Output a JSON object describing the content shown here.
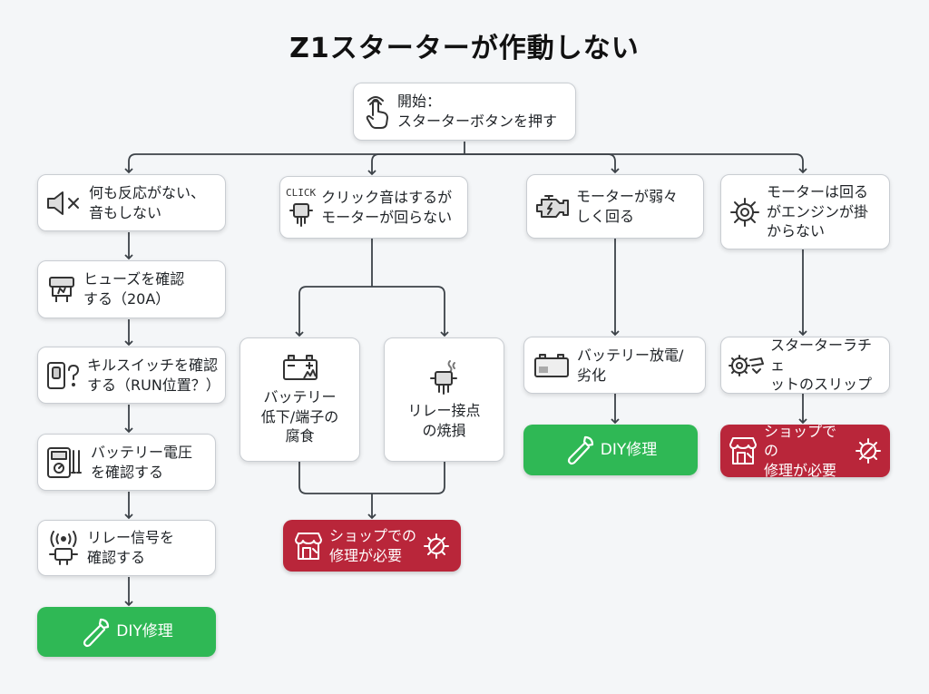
{
  "title": "Z1スターターが作動しない",
  "colors": {
    "diy": "#2fb855",
    "shop": "#b9263a",
    "border": "#c9cdd2",
    "edge": "#3c4248"
  },
  "nodes": {
    "start": {
      "label": "開始：\nスターターボタンを押す",
      "icon": "hand-pointer-icon"
    },
    "no_response": {
      "label": "何も反応がない、\n音もしない",
      "icon": "speaker-muted-icon"
    },
    "fuse": {
      "label": "ヒューズを確認\nする（20A）",
      "icon": "fuse-icon"
    },
    "kill_switch": {
      "label": "キルスイッチを確認\nする（RUN位置？）",
      "icon": "kill-switch-icon"
    },
    "battery_voltage": {
      "label": "バッテリー電圧\nを確認する",
      "icon": "multimeter-icon"
    },
    "relay_signal": {
      "label": "リレー信号を\n確認する",
      "icon": "relay-signal-icon"
    },
    "diy1": {
      "label": "DIY修理",
      "icon": "wrench-icon"
    },
    "click": {
      "label": "クリック音はするが\nモーターが回らない",
      "icon": "relay-icon",
      "icon_text": "CLICK"
    },
    "battery_low": {
      "label": "バッテリー\n低下/端子の\n腐食",
      "icon": "battery-corroded-icon"
    },
    "relay_burn": {
      "label": "リレー接点\nの焼損",
      "icon": "burnt-relay-icon"
    },
    "shop1": {
      "label": "ショップでの\n修理が必要",
      "icon": "shop-icon"
    },
    "weak": {
      "label": "モーターが弱々\nしく回る",
      "icon": "engine-icon"
    },
    "battery_discharge": {
      "label": "バッテリー放電/\n劣化",
      "icon": "battery-icon"
    },
    "diy2": {
      "label": "DIY修理",
      "icon": "wrench-icon"
    },
    "no_start": {
      "label": "モーターは回る\nがエンジンが掛\nからない",
      "icon": "gear-icon"
    },
    "ratchet": {
      "label": "スターターラチェ\nットのスリップ",
      "icon": "starter-ratchet-icon"
    },
    "shop2": {
      "label": "ショップでの\n修理が必要",
      "icon": "shop-icon"
    }
  }
}
